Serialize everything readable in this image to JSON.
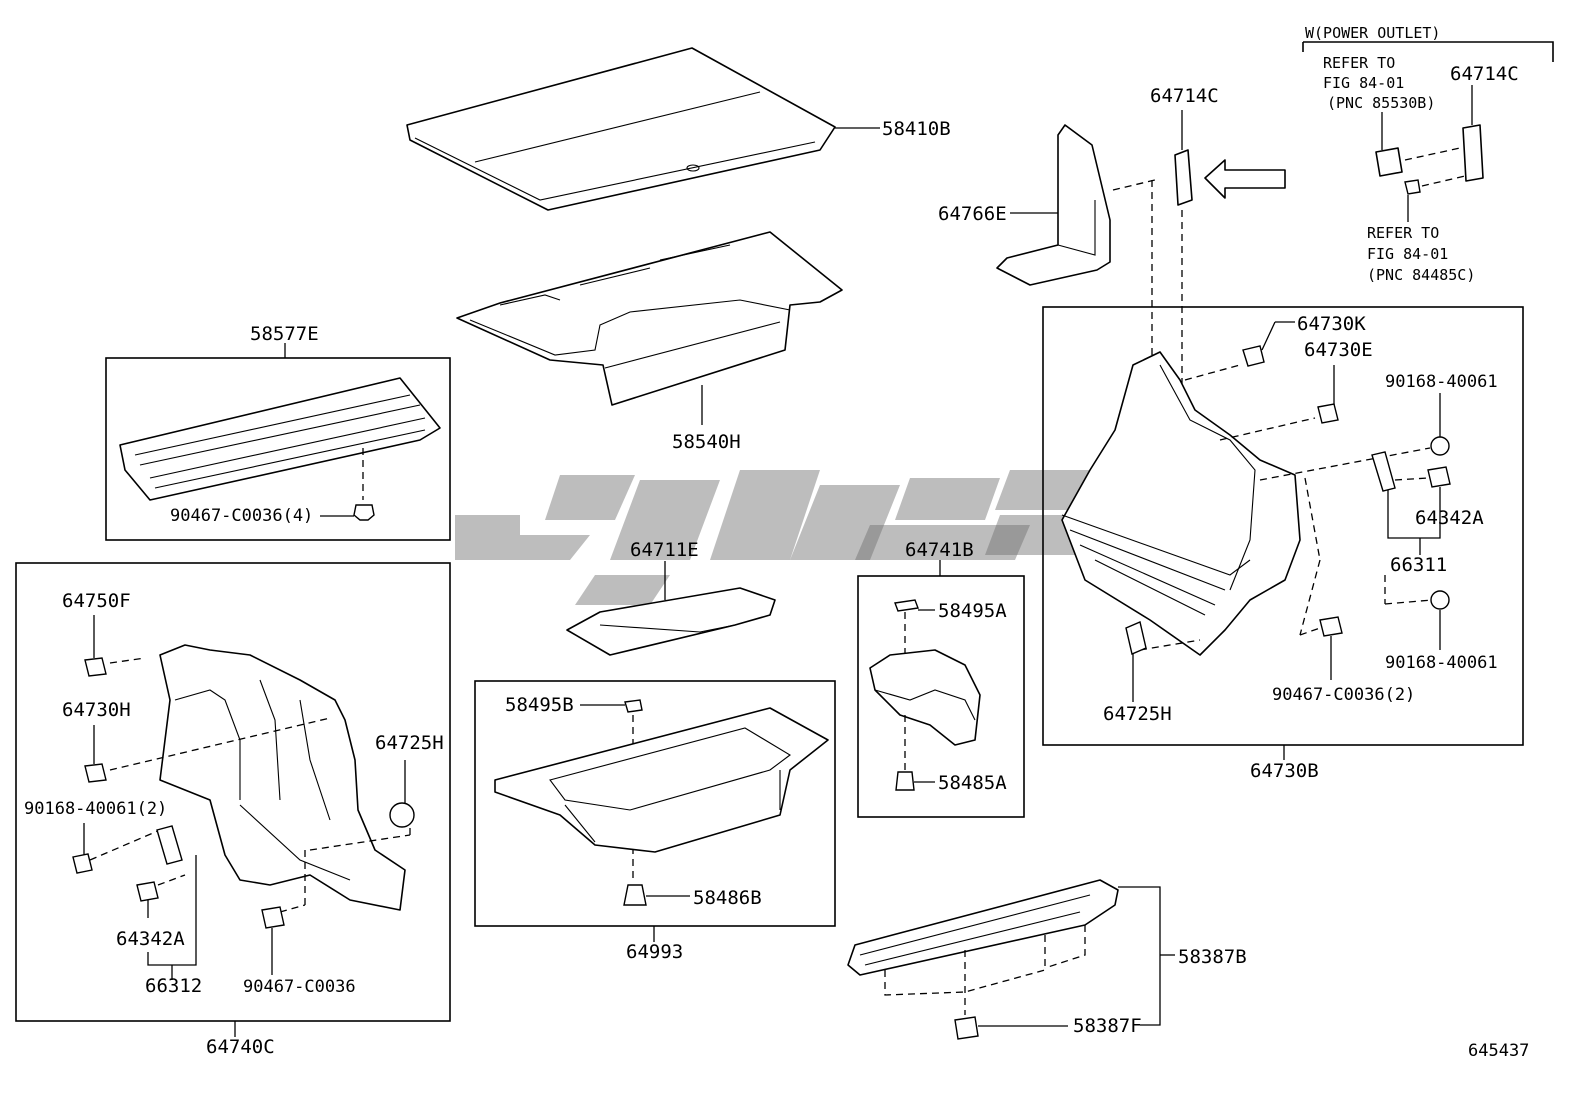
{
  "diagram_id": "645437",
  "power_outlet": {
    "title": "W(POWER OUTLET)",
    "refer1": [
      "REFER TO",
      "FIG 84-01",
      "(PNC 85530B)"
    ],
    "refer2": [
      "REFER TO",
      "FIG 84-01",
      "(PNC 84485C)"
    ]
  },
  "labels": {
    "p58410B": "58410B",
    "p58540H": "58540H",
    "p58577E": "58577E",
    "p90467_C0036_4": "90467-C0036(4)",
    "p64766E": "64766E",
    "p64714C_a": "64714C",
    "p64714C_b": "64714C",
    "p64711E": "64711E",
    "p64741B": "64741B",
    "p58495A": "58495A",
    "p58485A": "58485A",
    "p58495B": "58495B",
    "p58486B": "58486B",
    "p64993": "64993",
    "p64750F": "64750F",
    "p64730H": "64730H",
    "p90168_40061_2": "90168-40061(2)",
    "p64725H_left": "64725H",
    "p64342A_left": "64342A",
    "p66312": "66312",
    "p90467_C0036": "90467-C0036",
    "p64740C": "64740C",
    "p64730K": "64730K",
    "p64730E": "64730E",
    "p90168_40061_top": "90168-40061",
    "p64342A_right": "64342A",
    "p66311": "66311",
    "p90168_40061_bot": "90168-40061",
    "p90467_C0036_2": "90467-C0036(2)",
    "p64725H_right": "64725H",
    "p64730B": "64730B",
    "p58387B": "58387B",
    "p58387F": "58387F"
  }
}
